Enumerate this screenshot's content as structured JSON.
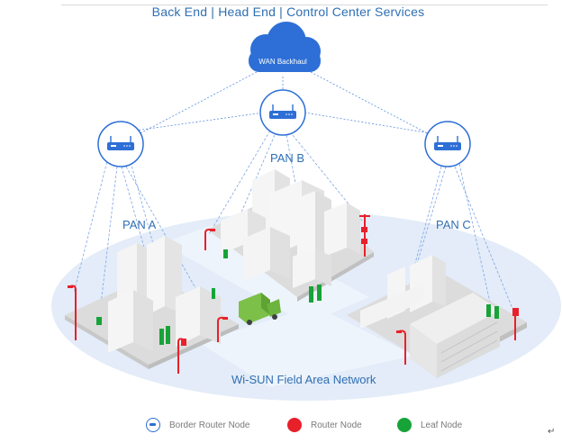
{
  "title": "Back End | Head End | Control Center Services",
  "cloud_label": "WAN Backhaul",
  "pans": [
    {
      "label": "PAN A"
    },
    {
      "label": "PAN B"
    },
    {
      "label": "PAN C"
    }
  ],
  "network_label": "Wi-SUN Field Area Network",
  "legend": [
    {
      "label": "Border Router Node",
      "icon": "border-router-icon"
    },
    {
      "label": "Router Node",
      "icon": "router-node-icon",
      "color": "#e8202a"
    },
    {
      "label": "Leaf Node",
      "icon": "leaf-node-icon",
      "color": "#17a338"
    }
  ],
  "colors": {
    "accent_blue": "#2d6fd6",
    "text_blue": "#2f6fb3",
    "field_ellipse": "#e3ecf8",
    "router_red": "#e8202a",
    "leaf_green": "#17a338",
    "truck_green": "#7cc04a"
  },
  "paragraph_mark": "↵"
}
